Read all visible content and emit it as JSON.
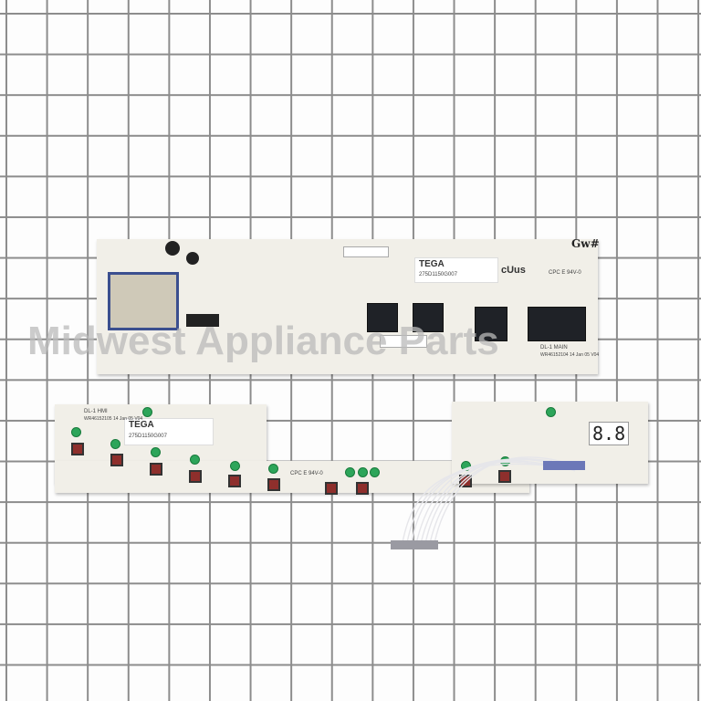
{
  "watermark": "Midwest Appliance Parts",
  "top_board": {
    "brand": "TEGA",
    "part_number": "275D1150G007",
    "rating": "CPC E 94V-0",
    "model": "DL-1 MAIN",
    "code": "WR46152104 14 Jan 05 V04",
    "handwriting": "Gw#"
  },
  "bottom_board": {
    "brand": "TEGA",
    "part_number": "275D1150G007",
    "model": "DL-1 HMI",
    "code": "WR46152105 14 Jan 05 V04",
    "rating": "CPC E 94V-0",
    "display": "8.8"
  },
  "colors": {
    "board": "#f1efe8",
    "relay": "#1f2227",
    "led": "#2da55a",
    "button": "#8e2f2c",
    "grid": "#8c8c8c"
  }
}
